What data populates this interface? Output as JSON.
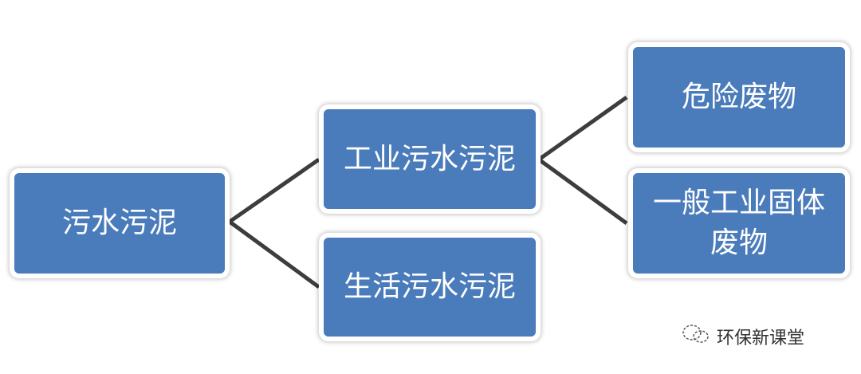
{
  "nodes": {
    "root": "污水污泥",
    "industrial": "工业污水污泥",
    "domestic": "生活污水污泥",
    "hazardous": "危险废物",
    "general": "一般工业固体废物"
  },
  "watermark": "环保新课堂",
  "colors": {
    "node_fill": "#4a7bba",
    "connector": "#3d3d3d"
  }
}
